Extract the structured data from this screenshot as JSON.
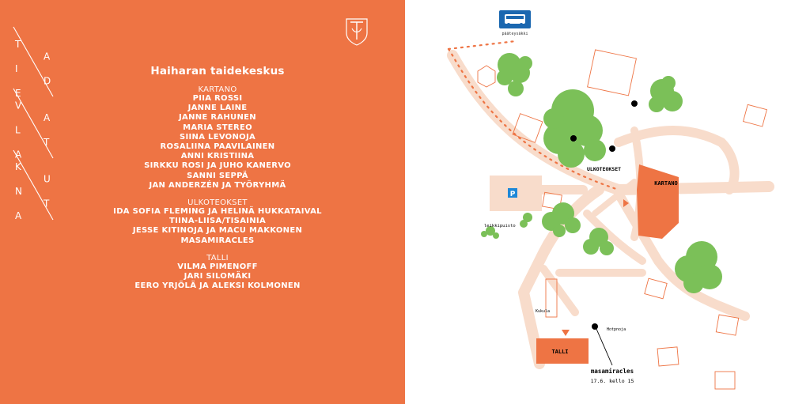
{
  "poster": {
    "vertical_title": [
      "TAIDE",
      "VALTA",
      "KUNTA"
    ],
    "center_title": "Haiharan taidekeskus",
    "sections": [
      {
        "heading": "KARTANO",
        "names": [
          "PIIA ROSSI",
          "JANNE LAINE",
          "JANNE RAHUNEN",
          "MARIA STEREO",
          "SIINA LEVONOJA",
          "ROSALIINA PAAVILAINEN",
          "ANNI KRISTIINA",
          "SIRKKU ROSI JA JUHO KANERVO",
          "SANNI SEPPÄ",
          "JAN ANDERZÉN JA TYÖRYHMÄ"
        ]
      },
      {
        "heading": "ULKOTEOKSET",
        "names": [
          "IDA SOFIA FLEMING JA HELINÄ HUKKATAIVAL",
          "TIINA-LIISA/TISAINIA",
          "JESSE KITINOJA JA MACU MAKKONEN",
          "MASAMIRACLES"
        ]
      },
      {
        "heading": "TALLI",
        "names": [
          "VILMA PIMENOFF",
          "JARI SILOMÄKI",
          "EERO YRJÖLÄ JA ALEKSI KOLMONEN"
        ]
      }
    ],
    "colors": {
      "orange": "#EE7444",
      "path_beige": "#F8DCCB",
      "tree_green": "#7BC058",
      "bus_blue": "#1A67B0",
      "parking_blue": "#1E88D8"
    }
  },
  "map": {
    "bus_stop_label": "pääteysäkki",
    "parking_symbol": "P",
    "labels": {
      "ulkoteokset": "ULKOTEOKSET",
      "kartano": "KARTANO",
      "talli": "TALLI",
      "leikkipuisto": "leikkipuisto",
      "kukula": "Kukula",
      "hotpnoja": "Hotpnoja",
      "masamiracles": "masamiracles",
      "event_time": "17.6. kello 15"
    },
    "icons": [
      "bus-icon",
      "parking-icon",
      "crest-icon"
    ]
  }
}
